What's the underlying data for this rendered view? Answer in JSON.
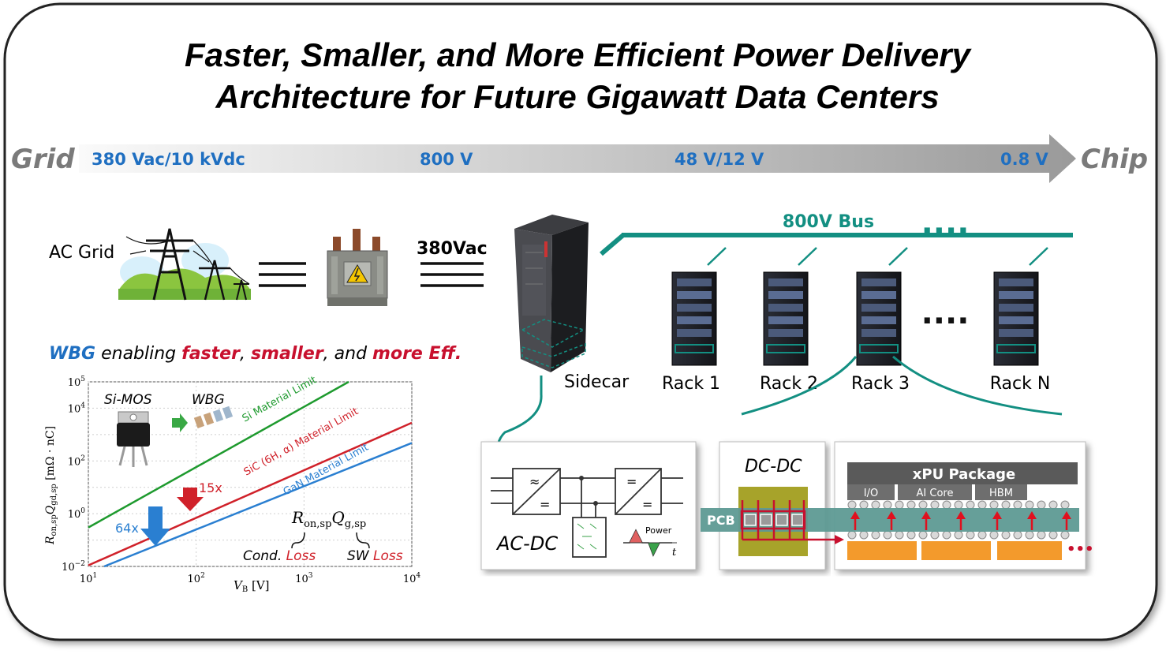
{
  "title": {
    "line1": "Faster, Smaller, and More Efficient Power Delivery",
    "line2": "Architecture for Future Gigawatt Data Centers"
  },
  "arrow": {
    "start": "Grid",
    "end": "Chip",
    "stages": [
      "380 Vac/10 kVdc",
      "800 V",
      "48 V/12 V",
      "0.8 V"
    ]
  },
  "upper": {
    "ac_grid": "AC Grid",
    "v380": "380Vac",
    "bus": "800V Bus",
    "sidecar": "Sidecar",
    "racks": [
      "Rack 1",
      "Rack 2",
      "Rack 3",
      "Rack N"
    ],
    "dots": "····"
  },
  "wbg": {
    "word_wbg": "WBG",
    "word_enabling": " enabling ",
    "word_faster": "faster",
    "comma1": ", ",
    "word_smaller": "smaller",
    "comma2": ", and ",
    "word_more": "more Eff."
  },
  "chart_data": {
    "type": "line",
    "xscale": "log",
    "yscale": "log",
    "xlim": [
      10,
      10000
    ],
    "ylim": [
      0.01,
      100000
    ],
    "xlabel": "V_B [V]",
    "ylabel": "R_on,sp Q_gd,sp [mΩ·nC]",
    "x_ticks": [
      "10^1",
      "10^2",
      "10^3",
      "10^4"
    ],
    "y_ticks": [
      "10^-2",
      "10^0",
      "10^2",
      "10^4",
      "10^5"
    ],
    "series": [
      {
        "name": "Si Material Limit",
        "color": "#1e9a2e",
        "x": [
          10,
          2600
        ],
        "y": [
          0.3,
          100000
        ]
      },
      {
        "name": "SiC (6H, α) Material Limit",
        "color": "#d0212a",
        "x": [
          10,
          10000
        ],
        "y": [
          0.011,
          2800
        ]
      },
      {
        "name": "GaN Material Limit",
        "color": "#2a7fd1",
        "x": [
          14,
          10000
        ],
        "y": [
          0.01,
          480
        ]
      }
    ],
    "annotations": {
      "si_mos": "Si-MOS",
      "wbg": "WBG",
      "x15": "15x",
      "x64": "64x",
      "ron": "R",
      "ron_sub": "on,sp",
      "qg": "Q",
      "qg_sub": "g,sp",
      "cond": "Cond. ",
      "sw": "SW ",
      "loss": "Loss"
    }
  },
  "boxes": {
    "acdc": "AC-DC",
    "power": "Power",
    "t": "t",
    "dcdc": "DC-DC",
    "pcb": "PCB",
    "xpu": "xPU Package",
    "io": "I/O",
    "aicore": "AI Core",
    "hbm": "HBM",
    "more": "• • •",
    "reddots": "•••"
  },
  "colors": {
    "teal": "#138f82",
    "blue_text": "#1f6fc1",
    "red_text": "#c8102e",
    "orange": "#f39a2c"
  }
}
